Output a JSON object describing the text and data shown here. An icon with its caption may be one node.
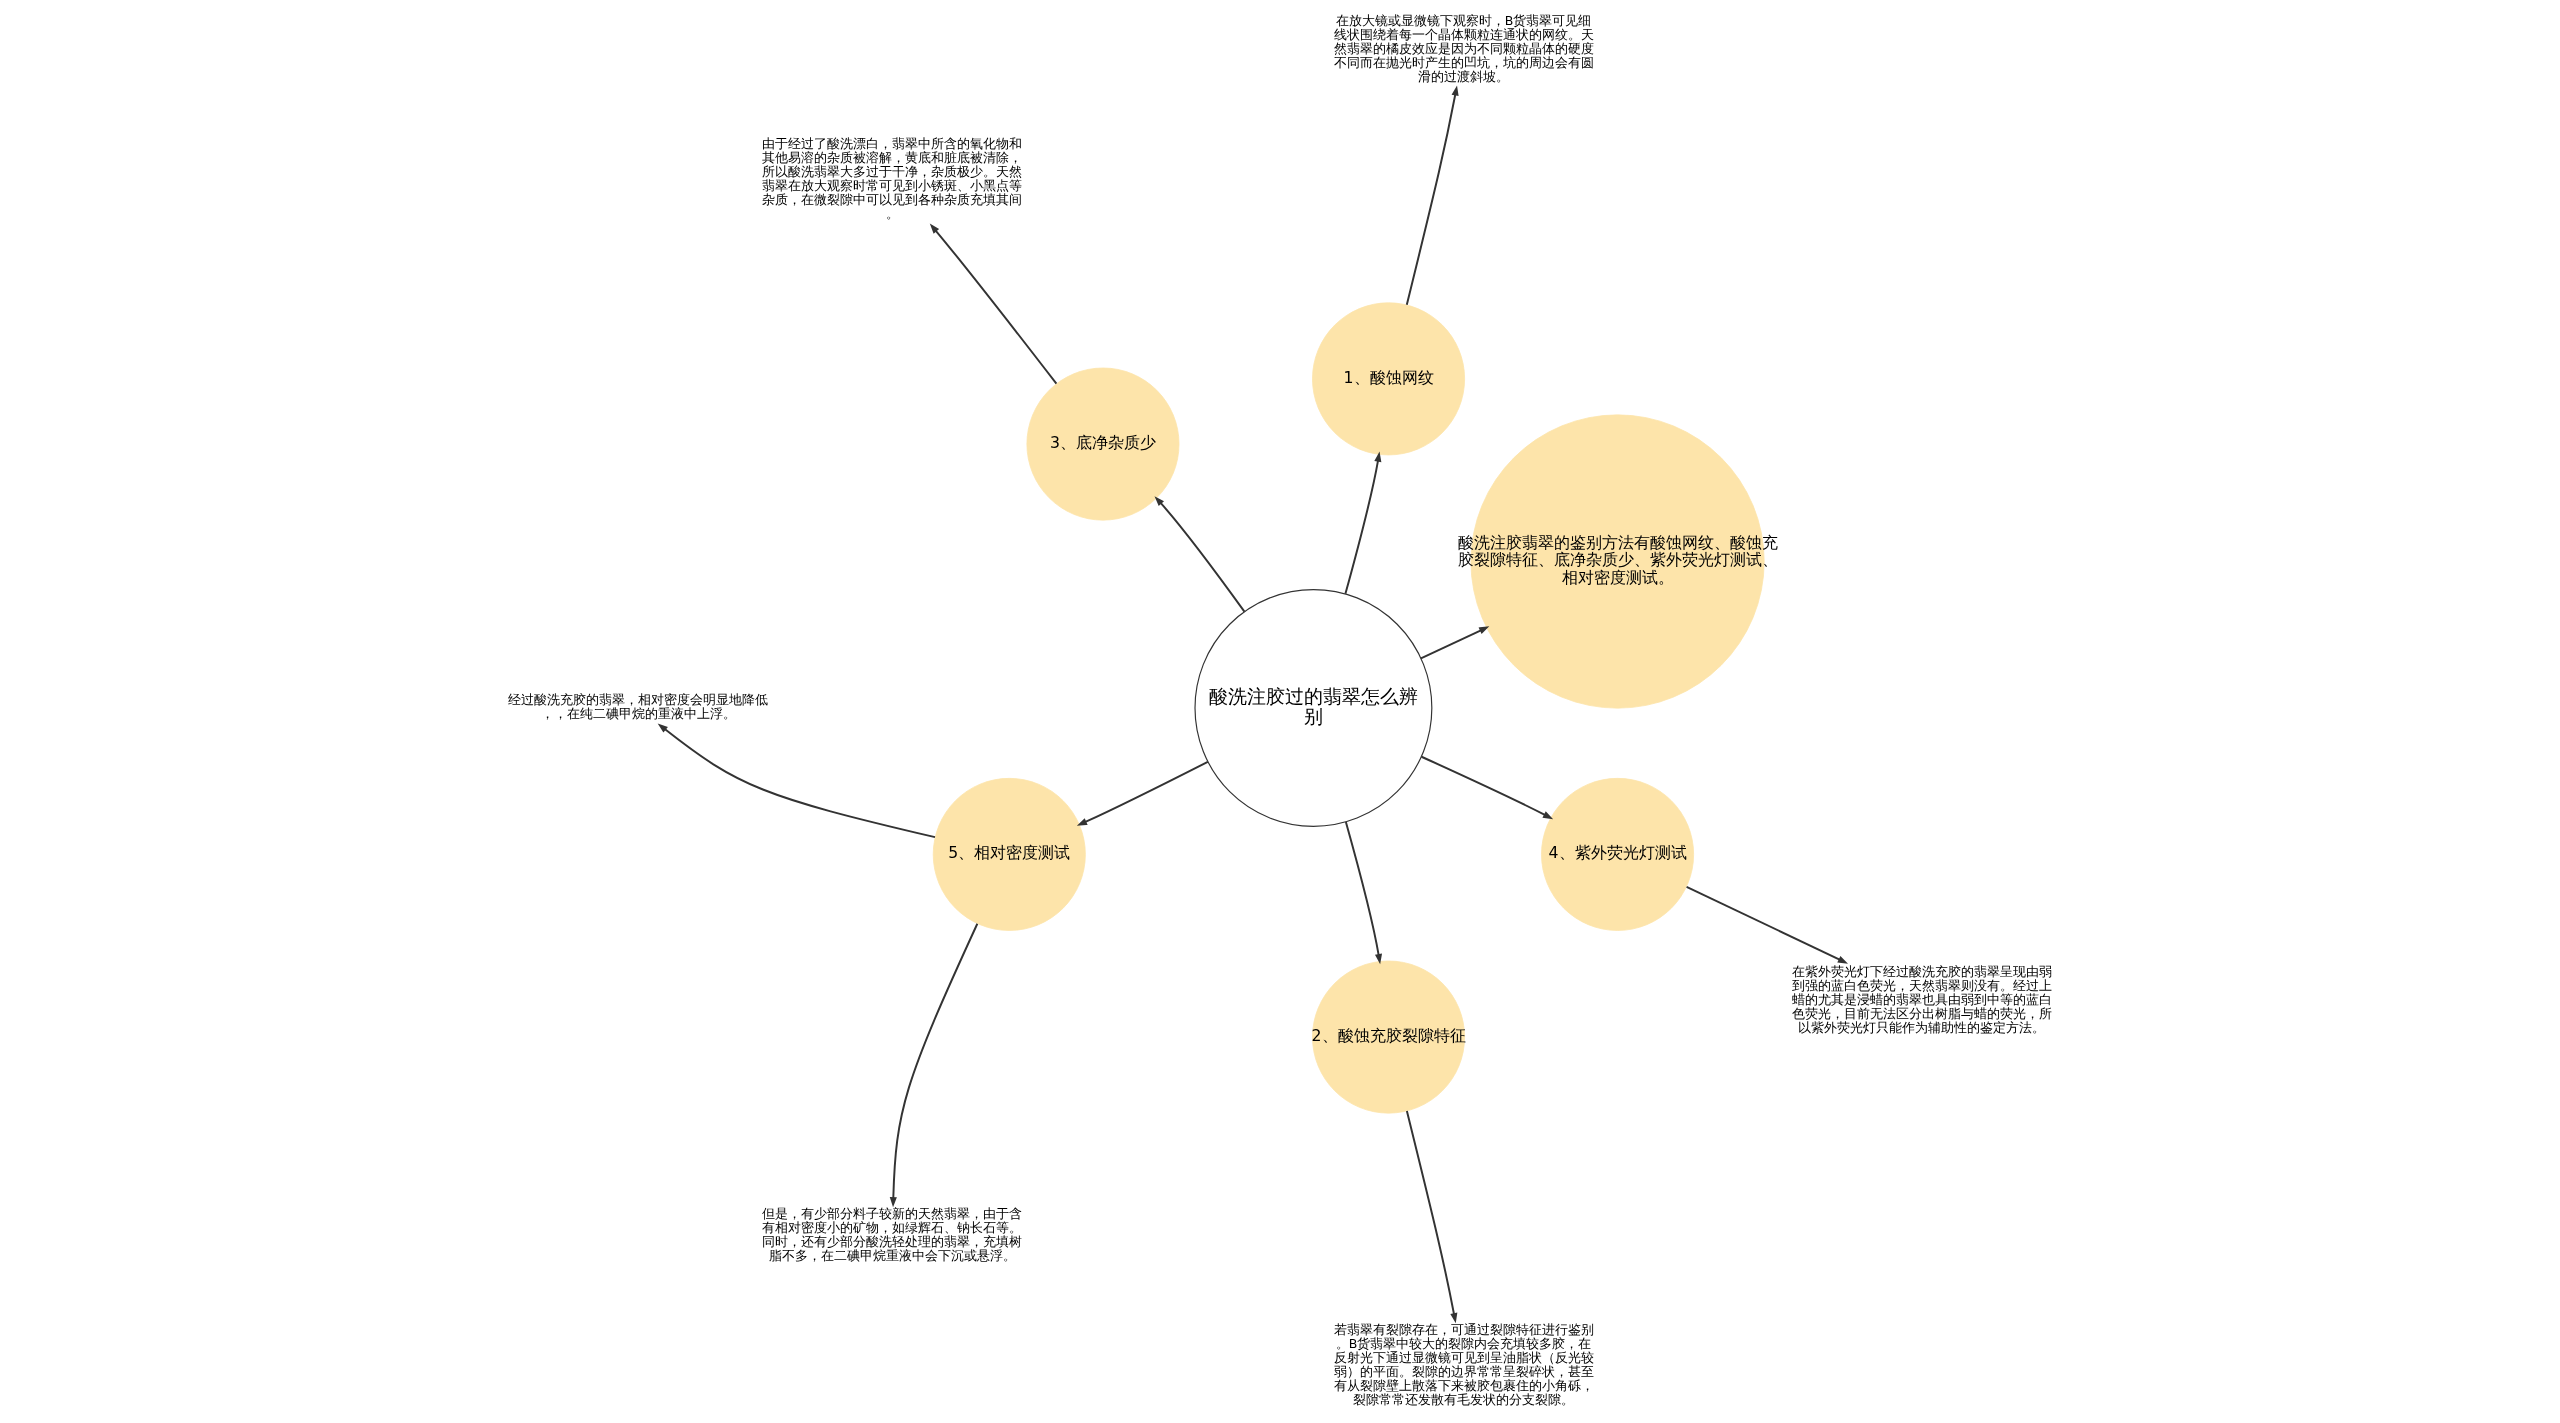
{
  "diagram": {
    "nodes": [
      {
        "text": [
          "酸洗注胶过的翡翠怎么辨别"
        ]
      },
      {
        "text": [
          "酸洗注胶翡翠的鉴别方法有酸蚀网纹、酸蚀充胶裂隙特征、底净杂质少、紫外荧光灯测试、相对密度测试。"
        ]
      },
      {
        "text": [
          "1、酸蚀网纹"
        ]
      },
      {
        "text": [
          "在放大镜或显微镜下观察时，B货翡翠可见细线状围绕着每一个晶体颗粒连通状的网纹。天然翡翠的橘皮效应是因为不同颗粒晶体的硬度不同而在抛光时产生的凹坑，坑的周边会有圆滑的过渡斜坡。"
        ]
      },
      {
        "text": [
          "3、底净杂质少"
        ]
      },
      {
        "text": [
          "由于经过了酸洗漂白，翡翠中所含的氧化物和其他易溶的杂质被溶解，黄底和脏底被清除，所以酸洗翡翠大多过于干净，杂质极少。天然翡翠在放大观察时常可见到小锈斑、小黑点等杂质，在微裂隙中可以见到各种杂质充填其间。"
        ]
      },
      {
        "text": [
          "5、相对密度测试"
        ]
      },
      {
        "text": [
          "经过酸洗充胶的翡翠，相对密度会明显地降低，，在纯二碘甲烷的重液中上浮。"
        ]
      },
      {
        "text": [
          "但是，有少部分料子较新的天然翡翠，由于含有相对密度小的矿物，如绿辉石、钠长石等。同时，还有少部分酸洗轻处理的翡翠，充填树脂不多，在二碘甲烷重液中会下沉或悬浮。"
        ]
      },
      {
        "text": [
          "2、酸蚀充胶裂隙特征"
        ]
      },
      {
        "text": [
          "若翡翠有裂隙存在，可通过裂隙特征进行鉴别。B货翡翠中较大的裂隙内会充填较多胶，在反射光下通过显微镜可见到呈油脂状（反光较弱）的平面。裂隙的边界常常呈裂碎状，甚至有从裂隙壁上散落下来被胶包裹住的小角砾，裂隙常常还发散有毛发状的分支裂隙。"
        ]
      },
      {
        "text": [
          "4、紫外荧光灯测试"
        ]
      },
      {
        "text": [
          "在紫外荧光灯下经过酸洗充胶的翡翠呈现由弱到强的蓝白色荧光，天然翡翠则没有。经过上蜡的尤其是浸蜡的翡翠也具由弱到中等的蓝白色荧光，目前无法区分出树脂与蜡的荧光，所以紫外荧光灯只能作为辅助性的鉴定方法。"
        ]
      }
    ],
    "edges": [
      {
        "from": 0,
        "to": 1,
        "arrow": "to"
      },
      {
        "from": 0,
        "to": 2,
        "arrow": "to"
      },
      {
        "from": 2,
        "to": 3,
        "arrow": "to"
      },
      {
        "from": 0,
        "to": 4,
        "arrow": "to"
      },
      {
        "from": 4,
        "to": 5,
        "arrow": "to"
      },
      {
        "from": 0,
        "to": 6,
        "arrow": "to"
      },
      {
        "from": 6,
        "to": 7,
        "arrow": "to"
      },
      {
        "from": 6,
        "to": 8,
        "arrow": "to"
      },
      {
        "from": 0,
        "to": 9,
        "arrow": "to"
      },
      {
        "from": 9,
        "to": 10,
        "arrow": "to"
      },
      {
        "from": 0,
        "to": 11,
        "arrow": "to"
      },
      {
        "from": 11,
        "to": 12,
        "arrow": "to"
      }
    ]
  }
}
